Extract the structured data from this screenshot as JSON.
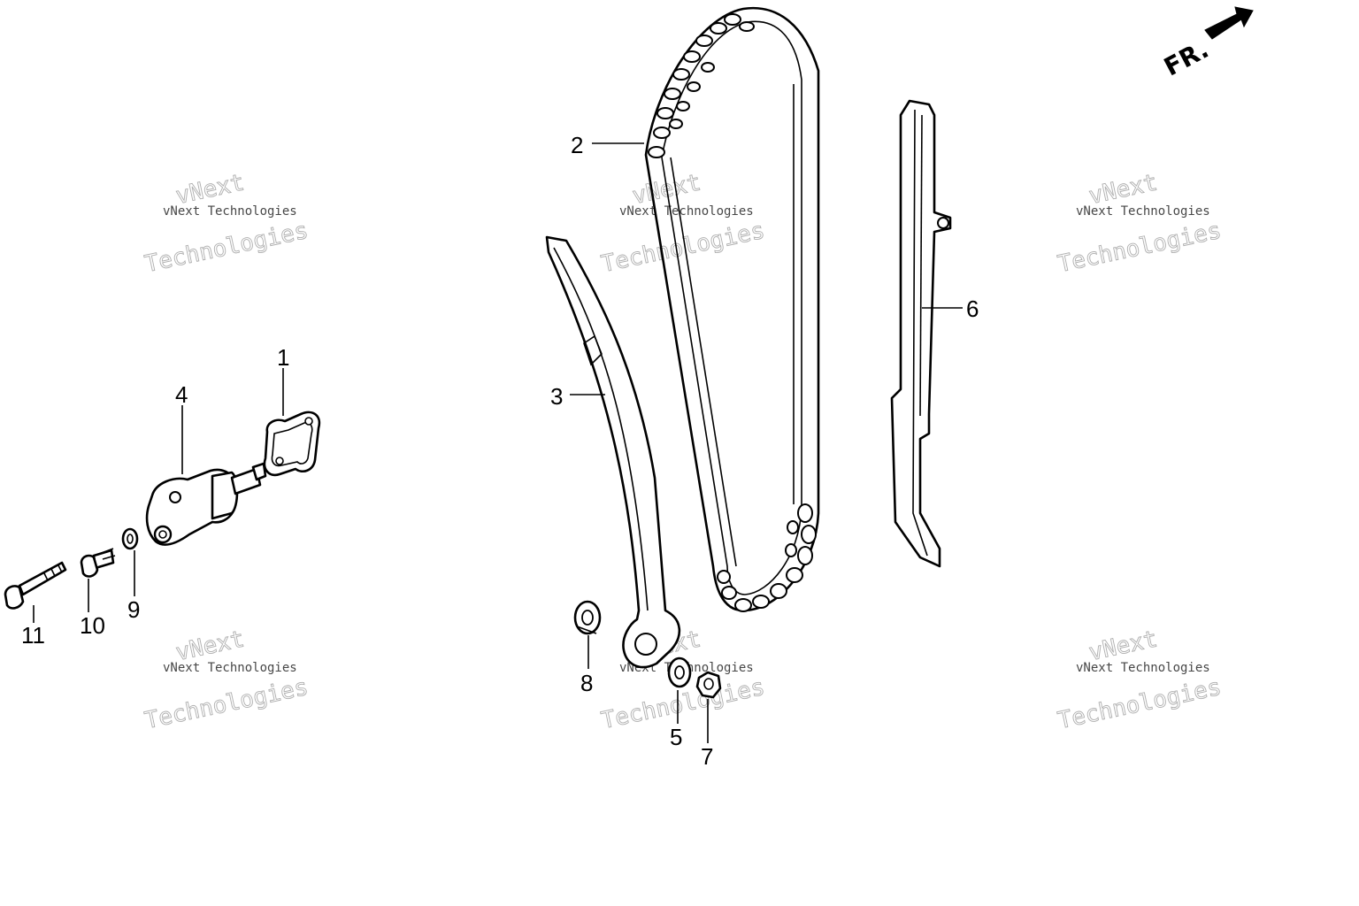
{
  "callouts": [
    {
      "id": "1",
      "label": "1"
    },
    {
      "id": "2",
      "label": "2"
    },
    {
      "id": "3",
      "label": "3"
    },
    {
      "id": "4",
      "label": "4"
    },
    {
      "id": "5",
      "label": "5"
    },
    {
      "id": "6",
      "label": "6"
    },
    {
      "id": "7",
      "label": "7"
    },
    {
      "id": "8",
      "label": "8"
    },
    {
      "id": "9",
      "label": "9"
    },
    {
      "id": "10",
      "label": "10"
    },
    {
      "id": "11",
      "label": "11"
    }
  ],
  "front_indicator": "FR.",
  "watermark": {
    "small": "vNext Technologies",
    "big": "Technologies",
    "top": "vNext"
  }
}
